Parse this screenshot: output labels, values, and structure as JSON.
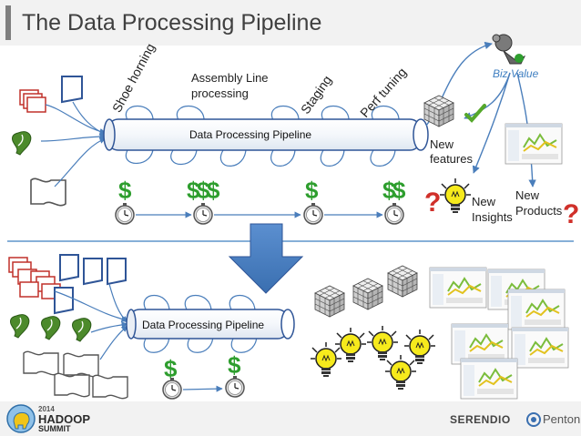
{
  "slide": {
    "title": "The Data Processing Pipeline",
    "top_stages": {
      "stage1": "Shoe horning",
      "stage2_line1": "Assembly Line",
      "stage2_line2": "processing",
      "stage3": "Staging",
      "stage4": "Perf tuning"
    },
    "top_pipeline_label": "Data Processing Pipeline",
    "bottom_pipeline_label": "Data Processing Pipeline",
    "biz_value": "Biz Value",
    "outcomes": {
      "new_features_line1": "New",
      "new_features_line2": "features",
      "new_insights_line1": "New",
      "new_insights_line2": "Insights",
      "new_products_line1": "New",
      "new_products_line2": "Products"
    },
    "currency_symbol": "$",
    "footer": {
      "summit_year": "2014",
      "summit_name_line1": "HADOOP",
      "summit_name_line2": "SUMMIT",
      "partner1": "SERENDIO",
      "partner2": "Penton"
    }
  },
  "colors": {
    "accent_blue": "#3f7fc1",
    "arrow_blue": "#4a7ebb",
    "pipe_border": "#2f5597",
    "money_green": "#2e9e2e",
    "bulb_yellow": "#f6ea1c",
    "question_red": "#d0302a"
  },
  "icons": [
    "document-icon",
    "leaf-icon",
    "dollar-icon",
    "clock-icon",
    "rubiks-cube-icon",
    "checkmark-icon",
    "lightbulb-icon",
    "question-mark-icon",
    "dashboard-screenshot-icon",
    "down-arrow-icon",
    "monkey-mascot-icon",
    "elephant-logo-icon"
  ]
}
